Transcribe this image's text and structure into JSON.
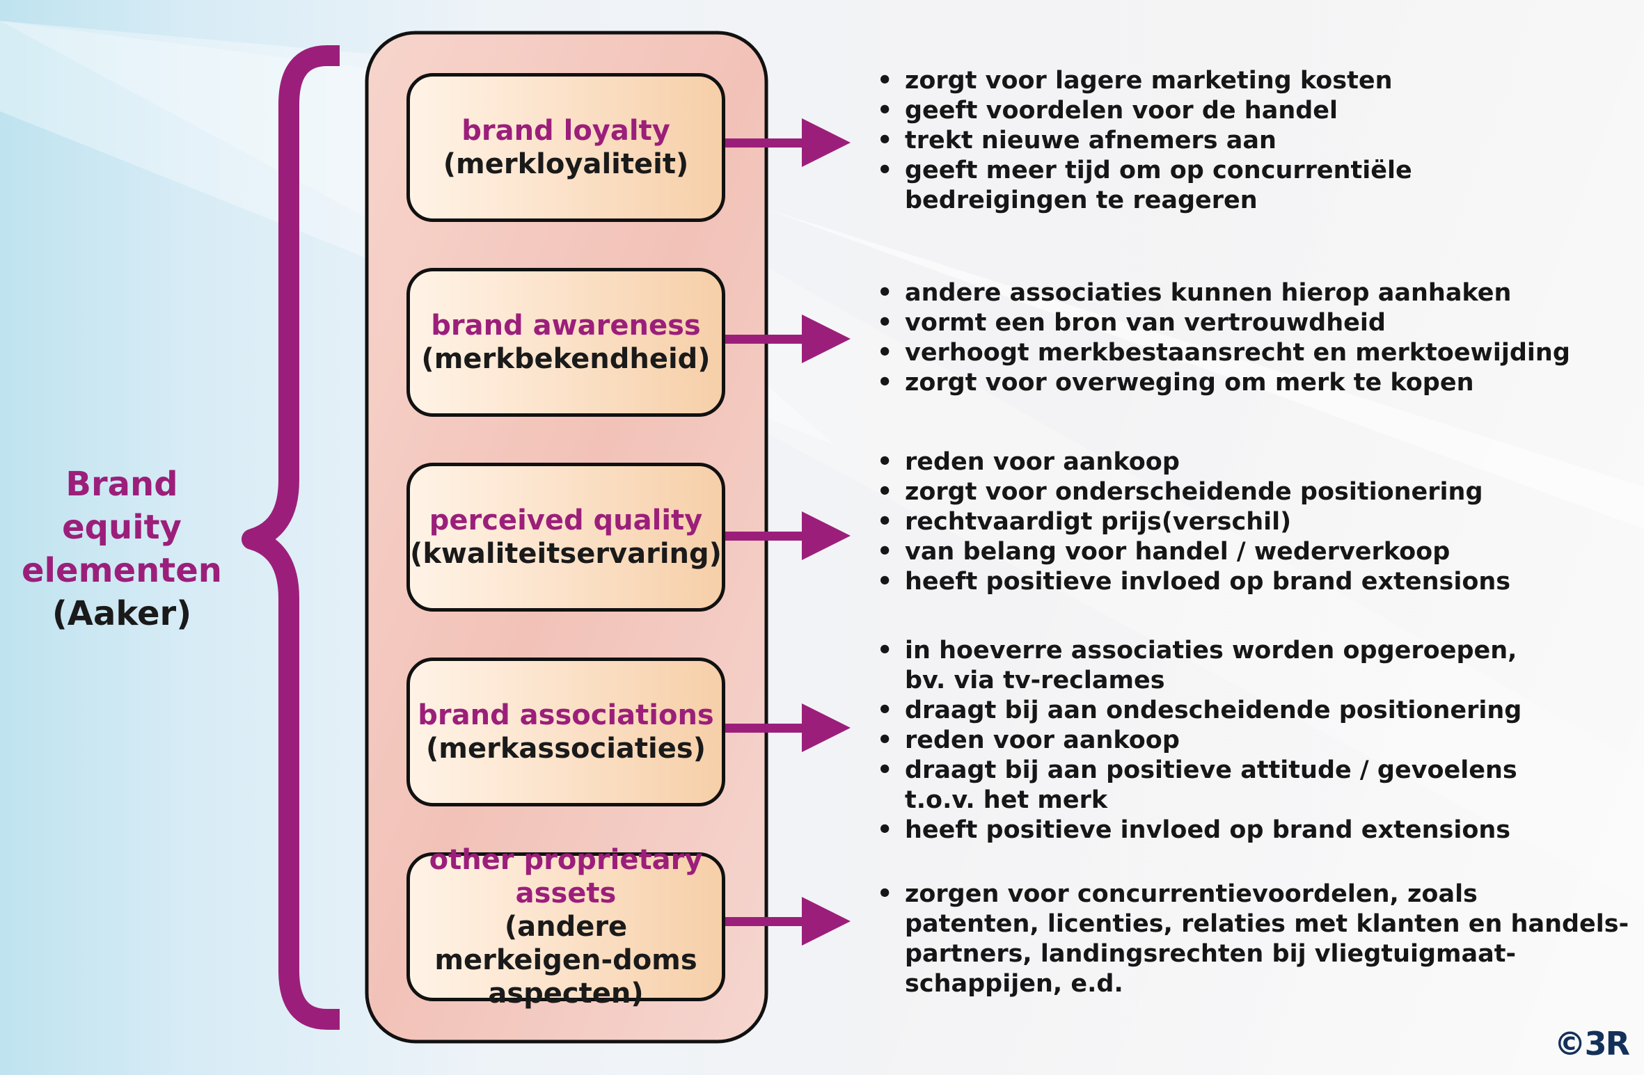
{
  "left_title": {
    "line1": "Brand",
    "line2": "equity",
    "line3": "elementen",
    "line4": "(Aaker)"
  },
  "elements": [
    {
      "title": "brand loyalty",
      "subtitle": "(merkloyaliteit)",
      "bullets": [
        "zorgt voor lagere marketing kosten",
        "geeft voordelen voor de handel",
        "trekt nieuwe afnemers aan",
        "geeft meer tijd om op concurrentiële bedreigingen te reageren"
      ]
    },
    {
      "title": "brand awareness",
      "subtitle": "(merkbekendheid)",
      "bullets": [
        "andere associaties kunnen hierop aanhaken",
        "vormt een bron van vertrouwdheid",
        "verhoogt merkbestaansrecht en merktoewijding",
        "zorgt voor overweging om merk te kopen"
      ]
    },
    {
      "title": "perceived quality",
      "subtitle": "(kwaliteitservaring)",
      "bullets": [
        "reden voor aankoop",
        "zorgt voor onderscheidende positionering",
        "rechtvaardigt prijs(verschil)",
        "van belang voor handel / wederverkoop",
        "heeft positieve invloed op brand extensions"
      ]
    },
    {
      "title": "brand associations",
      "subtitle": "(merkassociaties)",
      "bullets": [
        "in hoeverre associaties worden opgeroepen, bv. via tv-reclames",
        "draagt bij aan ondescheidende positionering",
        "reden voor aankoop",
        "draagt bij aan positieve attitude / gevoelens t.o.v. het merk",
        "heeft positieve invloed op brand extensions"
      ]
    },
    {
      "title": "other proprietary assets",
      "subtitle": "(andere merkeigen-doms aspecten)",
      "bullets": [
        "zorgen voor concurrentievoordelen, zoals patenten, licenties, relaties met klanten en handels-partners, landingsrechten bij vliegtuigmaat-schappijen, e.d."
      ]
    }
  ],
  "logo": "©3R",
  "colors": {
    "accent": "#9b1f7a",
    "text": "#1a1a1a",
    "container_fill": "#f3c6bd",
    "card_fill_light": "#fff3e6",
    "card_fill_dark": "#f6cfa8"
  }
}
